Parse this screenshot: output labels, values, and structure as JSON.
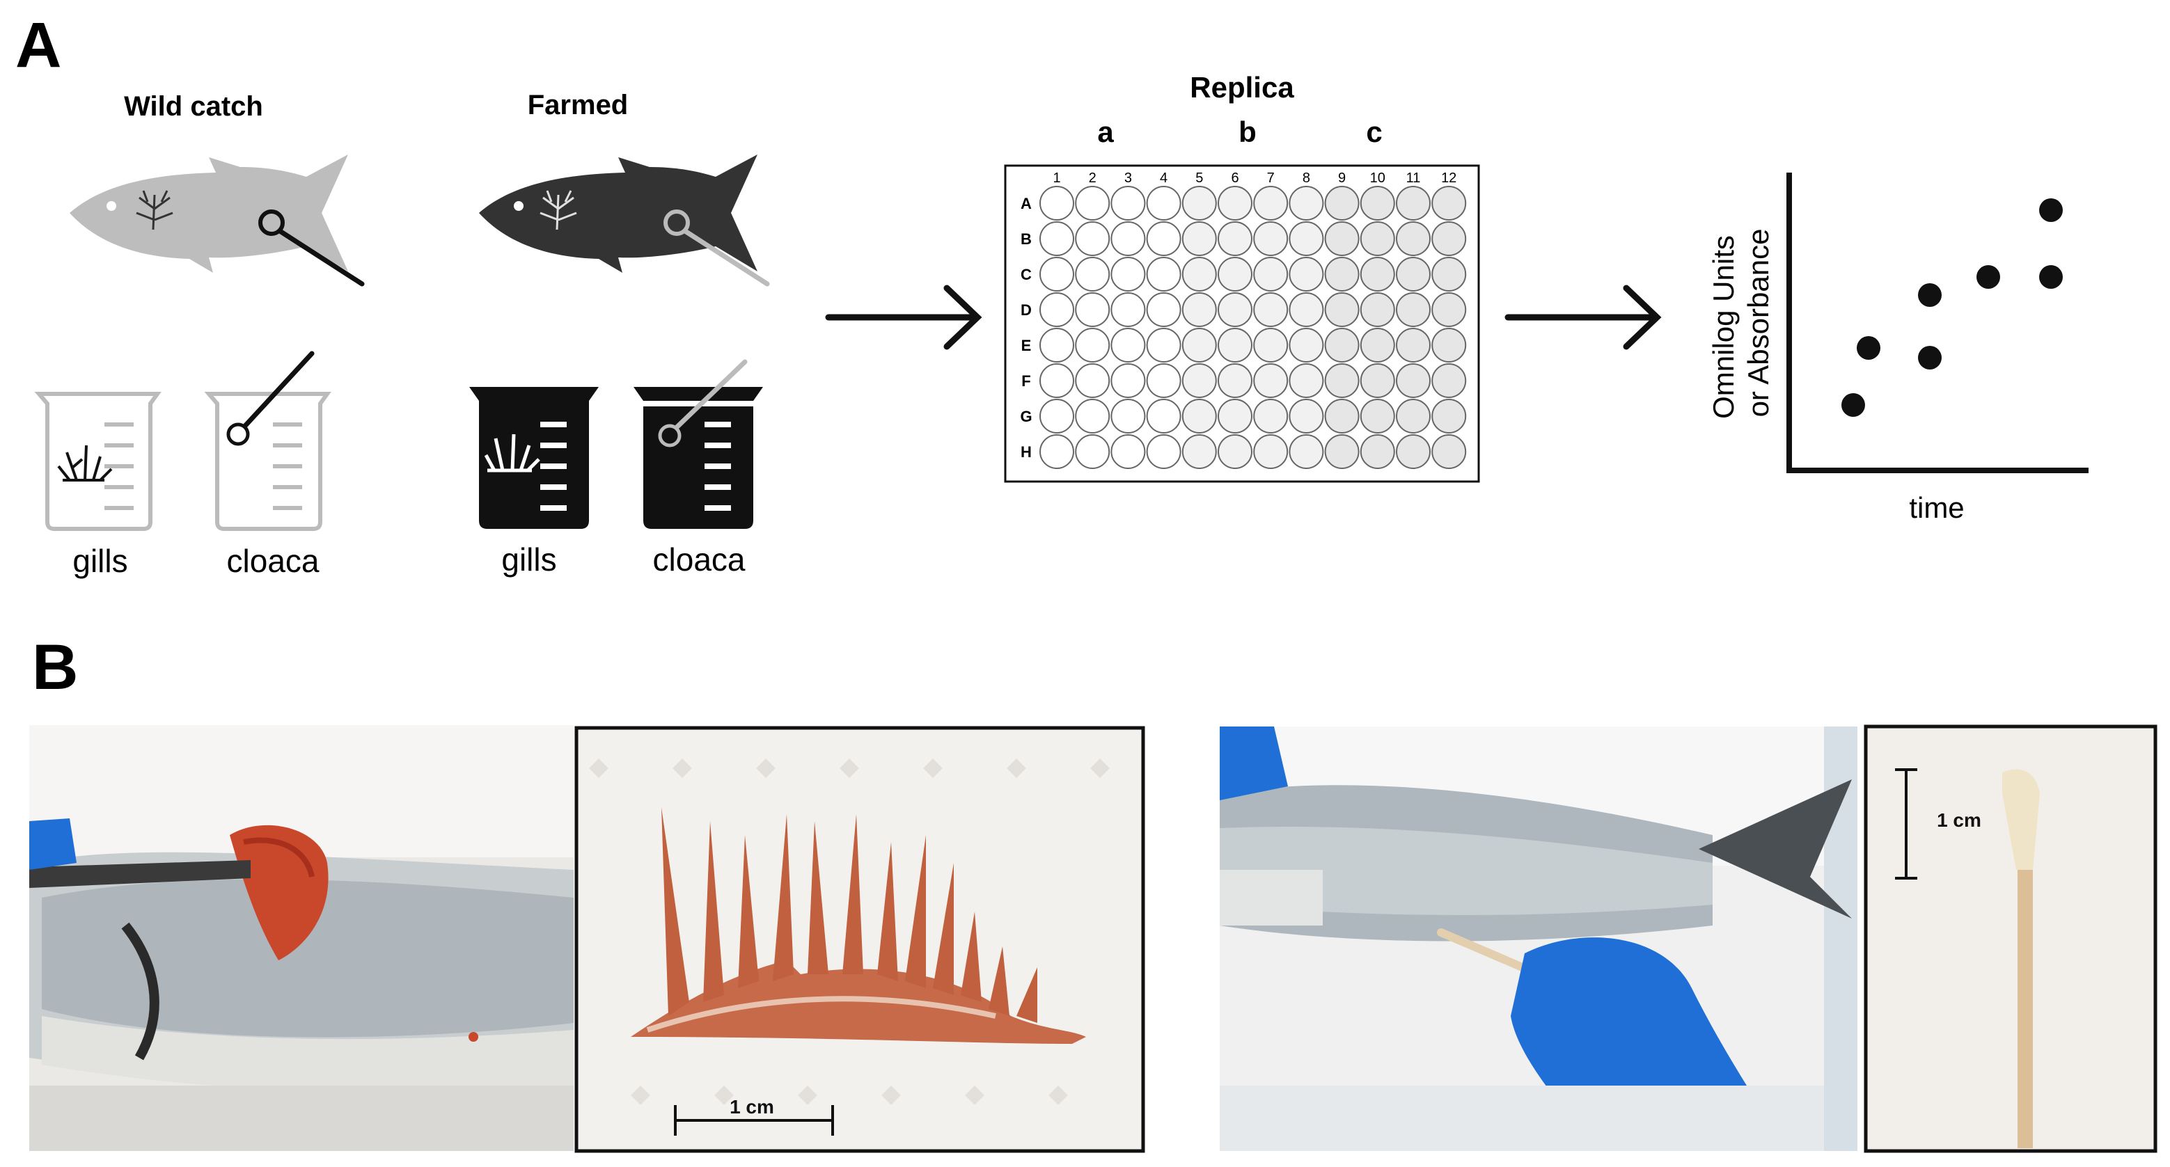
{
  "panels": {
    "a_label": "A",
    "b_label": "B"
  },
  "sources": {
    "wild_title": "Wild catch",
    "farmed_title": "Farmed",
    "gills": "gills",
    "cloaca": "cloaca"
  },
  "plate": {
    "title": "Replica",
    "groups": [
      "a",
      "b",
      "c"
    ],
    "columns": [
      "1",
      "2",
      "3",
      "4",
      "5",
      "6",
      "7",
      "8",
      "9",
      "10",
      "11",
      "12"
    ],
    "rows": [
      "A",
      "B",
      "C",
      "D",
      "E",
      "F",
      "G",
      "H"
    ]
  },
  "plot": {
    "ylabel_line1": "Omnilog Units",
    "ylabel_line2": "or Absorbance",
    "xlabel": "time"
  },
  "photos": {
    "scale_gill": "1 cm",
    "scale_swab": "1 cm"
  },
  "colors": {
    "wild_fish": "#bdbdbd",
    "farmed_fish": "#333333",
    "arrow": "#111111",
    "glove": "#1f6fd6",
    "gill_tissue": "#c9472a"
  }
}
